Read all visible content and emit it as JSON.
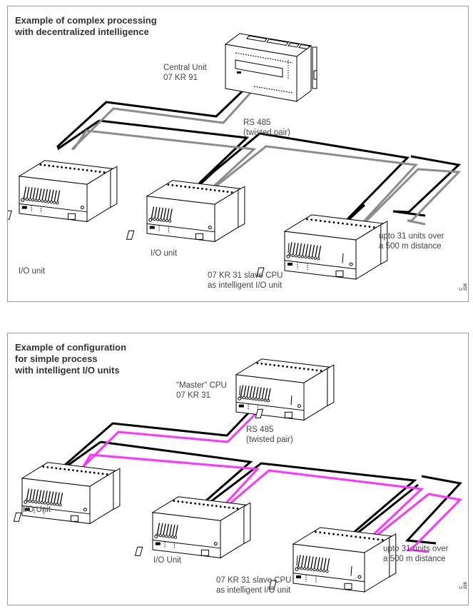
{
  "panels": [
    {
      "title": "Example of complex processing\nwith decentralized intelligence",
      "central": {
        "label": "Central Unit\n07 KR 91"
      },
      "bus_label": "RS 485\n(twisted pair)",
      "io_units": [
        {
          "label": "I/O unit"
        },
        {
          "label": "I/O unit"
        }
      ],
      "slave_label": "07 KR 31 slave CPU\nas intelligent I/O unit",
      "extension_label": "upto 31 units over\na 500 m distance",
      "figure_code": "C 228",
      "wire_colors": {
        "a": "#000000",
        "b": "#8c8c8c"
      }
    },
    {
      "title": "Example of configuration\nfor simple process\nwith intelligent  I/O units",
      "central": {
        "label": "\"Master\" CPU\n07 KR 31"
      },
      "bus_label": "RS 485\n(twisted pair)",
      "io_units": [
        {
          "label": "I/O Unit"
        },
        {
          "label": "I/O Unit"
        }
      ],
      "slave_label": "07 KR 31 slave CPU\nas intelligent I/O unit",
      "extension_label": "upto 31 units over\na 500 m distance",
      "figure_code": "C 228",
      "wire_colors": {
        "a": "#000000",
        "b": "#ff33ff"
      }
    }
  ]
}
